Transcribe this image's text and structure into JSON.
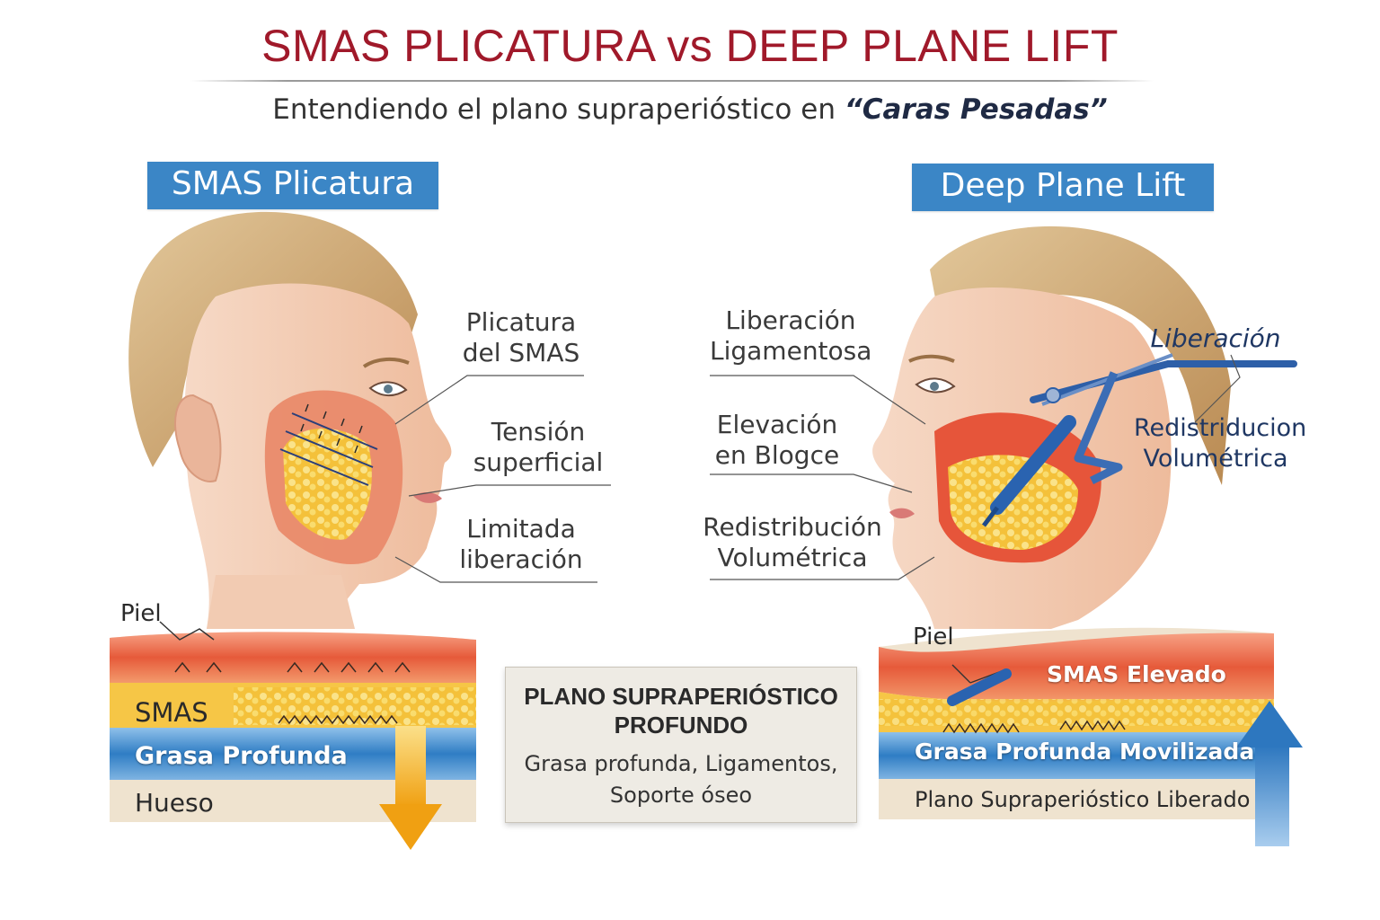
{
  "header": {
    "title": "SMAS PLICATURA vs DEEP PLANE LIFT",
    "subtitle_prefix": "Entendiendo el plano supraperióstico en ",
    "subtitle_emphasis": "“Caras Pesadas”"
  },
  "left_panel": {
    "banner": "SMAS Plicatura",
    "callouts": [
      {
        "line1": "Plicatura",
        "line2": "del SMAS"
      },
      {
        "line1": "Tensión",
        "line2": "superficial"
      },
      {
        "line1": "Limitada",
        "line2": "liberación"
      }
    ],
    "layers": {
      "skin": "Piel",
      "smas": "SMAS",
      "deep_fat": "Grasa Profunda",
      "bone": "Hueso"
    }
  },
  "right_panel": {
    "banner": "Deep Plane Lift",
    "callouts": [
      {
        "line1": "Liberación",
        "line2": "Ligamentosa"
      },
      {
        "line1": "Elevación",
        "line2": "en Blogce"
      },
      {
        "line1": "Redistribución",
        "line2": "Volumétrica"
      }
    ],
    "instrument_labels": {
      "release": "Liberación",
      "redistribution_line1": "Redistriducion",
      "redistribution_line2": "Volumétrica"
    },
    "layers": {
      "skin": "Piel",
      "smas": "SMAS Elevado",
      "deep_fat": "Grasa Profunda Movilizada",
      "plane": "Plano Supraperióstico Liberado"
    }
  },
  "center_box": {
    "title_line1": "PLANO SUPRAPERIÓSTICO",
    "title_line2": "PROFUNDO",
    "body_line1": "Grasa profunda, Ligamentos,",
    "body_line2": "Soporte óseo"
  },
  "colors": {
    "title_red": "#a0192a",
    "banner_blue": "#3b86c6",
    "skin_tone": "#f3c9ae",
    "hair": "#c9a06a",
    "muscle_red": "#e4573a",
    "smas_orange": "#f2a23a",
    "fat_yellow": "#f6d34a",
    "deep_blue": "#2f7dc4",
    "bone_beige": "#efe3cf",
    "arrow_down": "#f2b21b",
    "arrow_up": "#2f7dc4"
  },
  "icons": {
    "down_arrow": "down-arrow-icon",
    "up_arrow": "up-arrow-icon",
    "instrument": "surgical-retractor-icon",
    "cannula": "cannula-icon"
  }
}
